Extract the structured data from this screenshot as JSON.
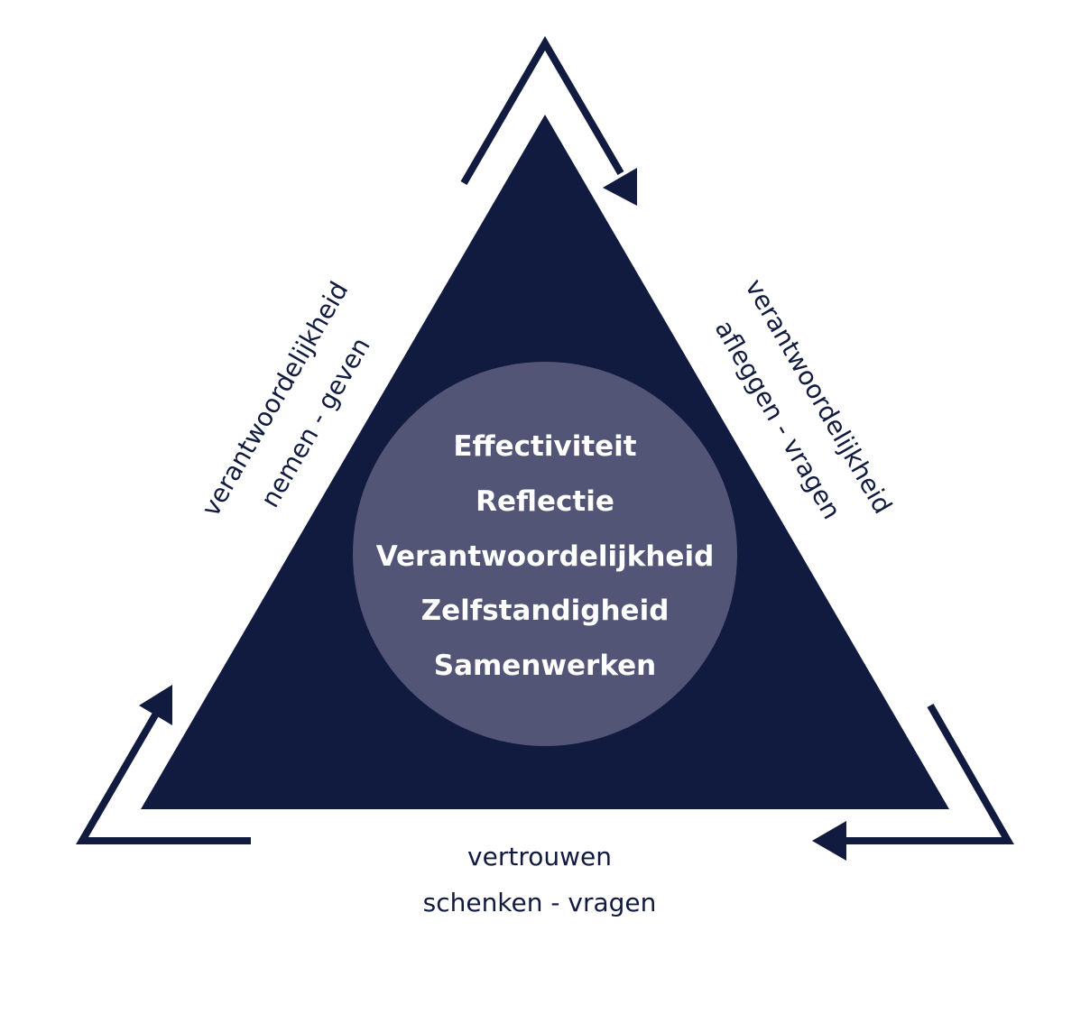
{
  "colors": {
    "triangle": "#111a3f",
    "circle": "#525575",
    "arrow": "#111a3f",
    "text_dark": "#111a3f",
    "text_light": "#ffffff"
  },
  "core_values": [
    "Effectiviteit",
    "Reflectie",
    "Verantwoordelijkheid",
    "Zelfstandigheid",
    "Samenwerken"
  ],
  "left_side": {
    "line1": "verantwoordelijkheid",
    "line2": "nemen - geven"
  },
  "right_side": {
    "line1": "verantwoordelijkheid",
    "line2": "afleggen - vragen"
  },
  "bottom_side": {
    "line1": "vertrouwen",
    "line2": "schenken - vragen"
  },
  "icons": {
    "top_arrow": "chevron-arrow-clockwise-icon",
    "left_arrow": "chevron-arrow-clockwise-icon",
    "right_arrow": "chevron-arrow-clockwise-icon"
  }
}
